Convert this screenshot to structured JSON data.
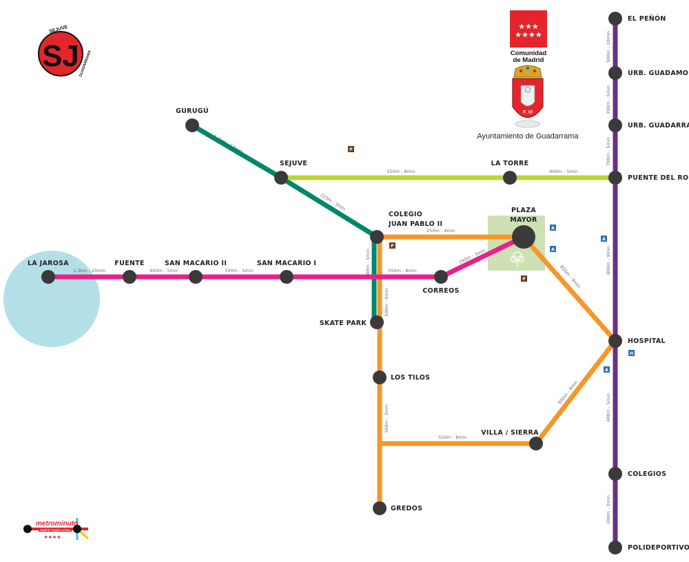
{
  "colors": {
    "green": "#00876a",
    "lime": "#bcd531",
    "magenta": "#e8218a",
    "orange": "#f5972a",
    "purple": "#6a2f87",
    "station": "#3a3a3a",
    "zone_blue": "#b3dfe9",
    "plaza_green": "#cfe0b4",
    "badge_blue": "#2a6fb5",
    "badge_brown": "#6b3a1e",
    "madrid_red": "#e4252c"
  },
  "logos": {
    "sejuve_text": "SEJUVE",
    "sj_letters": "SJ",
    "guadarrama_text": "GUADARRAMA",
    "comunidad_line1": "Comunidad",
    "comunidad_line2": "de Madrid",
    "escudo_text": "F. VI",
    "ayuntamiento": "Ayuntamiento de Guadarrama",
    "metrominuto": "metrominuto",
    "metrominuto_sub": "Madrid Región Activa"
  },
  "stations": {
    "gurugu": "GURUGÚ",
    "sejuve": "SEJUVE",
    "la_torre": "LA TORRE",
    "puente_rosario": "PUENTE DEL ROSARIO",
    "el_penon": "EL PEÑÓN",
    "urb_guadamolinos": "URB. GUADAMOLINOS",
    "urb_guadarrama": "URB. GUADARRAMA",
    "colegio_line1": "COLEGIO",
    "colegio_line2": "JUAN PABLO II",
    "plaza_line1": "PLAZA",
    "plaza_line2": "MAYOR",
    "la_jarosa": "LA JAROSA",
    "fuente": "FUENTE",
    "san_macario_2": "SAN MACARIO II",
    "san_macario_1": "SAN MACARIO I",
    "correos": "CORREOS",
    "skate_park": "SKATE PARK",
    "los_tilos": "LOS TILOS",
    "villa_sierra": "VILLA / SIERRA",
    "gredos": "GREDOS",
    "hospital": "HOSPITAL",
    "colegios": "COLEGIOS",
    "polideportivo": "POLIDEPORTIVO"
  },
  "segments": {
    "gurugu_sejuve": "1,1km - 17min",
    "sejuve_colegio": "220m - 3min",
    "sejuve_latorre": "550m - 8min",
    "latorre_puente": "900m - 5min",
    "penon_guadamolinos": "900m - 10min",
    "guadamolinos_urbguadarrama": "700m - 5min",
    "urbguadarrama_puente": "700m - 5min",
    "puente_hospital": "800m - 9min",
    "hospital_colegios": "400m - 5min",
    "colegios_polideportivo": "200m - 3min",
    "colegio_plaza": "250m - 4min",
    "colegio_skate": "400m - 5min",
    "jarosa_fuente": "1,3km - 20min",
    "fuente_sanmacario2": "600m - 5min",
    "sanmacario2_sanmacario1": "500m - 5min",
    "sanmacario1_correos": "550m - 8min",
    "correos_plaza": "240m - 3min",
    "plaza_hospital": "850m - 9min",
    "colegio_lostilos": "500m - 6min",
    "lostilos_gredos": "350m - 3min",
    "junction_villa": "550m - 8min",
    "villa_hospital": "850m - 9min"
  },
  "badges": {
    "parking": "P",
    "bus": "A",
    "hospital": "H"
  }
}
